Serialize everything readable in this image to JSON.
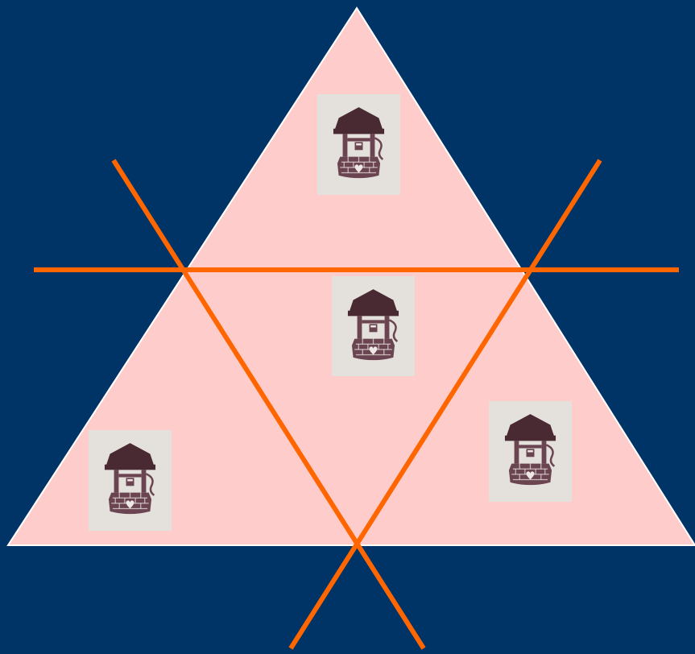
{
  "colors": {
    "background": "#003366",
    "triangle_fill": "#ffcccc",
    "triangle_stroke": "#ffffff",
    "cut_line": "#ff6600",
    "tile_background": "#e4e0dc",
    "well_roof": "#4a2a32",
    "well_body": "#6a4450",
    "well_detail": "#efe9e6"
  },
  "figure": {
    "shape": "triangle",
    "cut_lines": 3,
    "regions": [
      {
        "name": "top-region",
        "icon": "wishing-well-icon"
      },
      {
        "name": "center-region",
        "icon": "wishing-well-icon"
      },
      {
        "name": "bottom-left-region",
        "icon": "wishing-well-icon"
      },
      {
        "name": "bottom-right-region",
        "icon": "wishing-well-icon"
      }
    ]
  }
}
